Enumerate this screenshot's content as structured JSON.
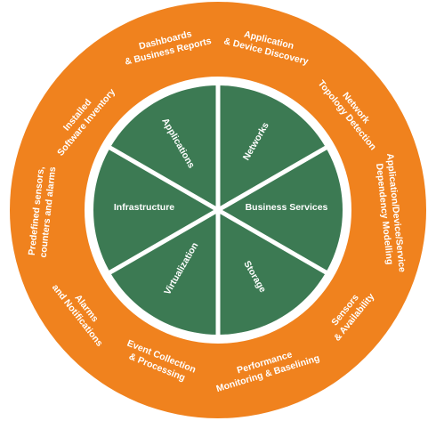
{
  "colors": {
    "outer_ring": "#F0821E",
    "inner_disc": "#3C7A53",
    "divider": "#ffffff",
    "background": "#ffffff",
    "text": "#ffffff"
  },
  "inner_segments": [
    {
      "label": "Applications"
    },
    {
      "label": "Networks"
    },
    {
      "label": "Business Services"
    },
    {
      "label": "Storage"
    },
    {
      "label": "Virtualization"
    },
    {
      "label": "Infrastructure"
    }
  ],
  "outer_items": [
    {
      "lines": [
        "Dashboards",
        "& Business Reports"
      ]
    },
    {
      "lines": [
        "Application",
        "& Device Discovery"
      ]
    },
    {
      "lines": [
        "Network",
        "Topology Detection"
      ]
    },
    {
      "lines": [
        "Application/Device/Service",
        "Dependency Modelling"
      ]
    },
    {
      "lines": [
        "Sensors",
        "& Availability"
      ]
    },
    {
      "lines": [
        "Performance",
        "Monitoring & Baselining"
      ]
    },
    {
      "lines": [
        "Event Collection",
        "& Processing"
      ]
    },
    {
      "lines": [
        "Alarms",
        "and Notifications"
      ]
    },
    {
      "lines": [
        "Predefined sensors,",
        "counters and alarms"
      ]
    },
    {
      "lines": [
        "Installed",
        "Software Inventory"
      ]
    }
  ]
}
